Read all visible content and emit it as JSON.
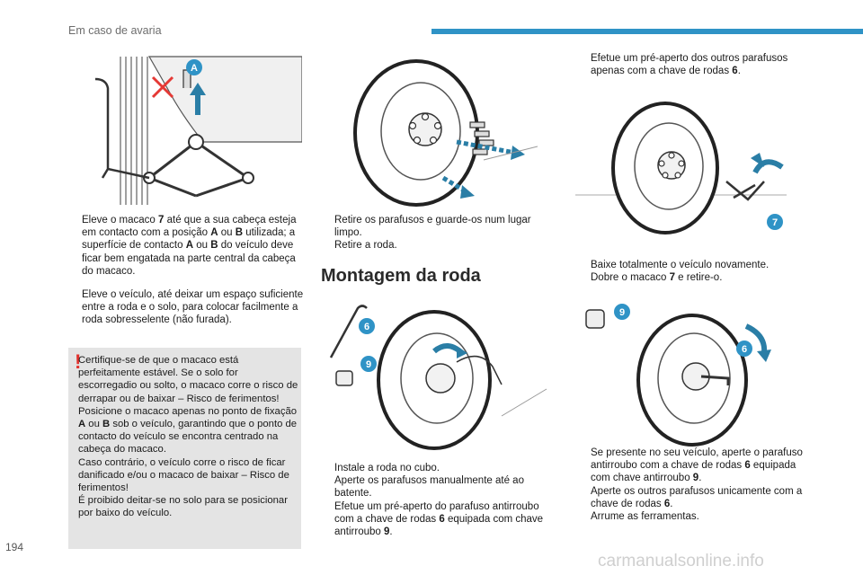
{
  "header": {
    "title": "Em caso de avaria"
  },
  "page_number": "194",
  "watermark": "carmanualsonline.info",
  "section_title": "Montagem da roda",
  "callouts": {
    "a": "A",
    "six": "6",
    "seven": "7",
    "nine": "9"
  },
  "bullet_glyph": "",
  "col1": {
    "item1": {
      "p1": "Eleve o macaco ",
      "b1": "7",
      "p2": " até que a sua cabeça esteja em contacto com a posição ",
      "b2": "A",
      "p3": " ou ",
      "b3": "B",
      "p4": " utilizada; a superfície de contacto ",
      "b4": "A",
      "p5": " ou ",
      "b5": "B",
      "p6": " do veículo deve ficar bem engatada na parte central da cabeça do macaco."
    },
    "item2": "Eleve o veículo, até deixar um espaço suficiente entre a roda e o solo, para colocar facilmente a roda sobresselente (não furada).",
    "warning": {
      "p1": "Certifique-se de que o macaco está perfeitamente estável. Se o solo for escorregadio ou solto, o macaco corre o risco de derrapar ou de baixar – Risco de ferimentos!",
      "p2a": "Posicione o macaco apenas no ponto de fixação ",
      "p2b": "A",
      "p2c": " ou ",
      "p2d": "B",
      "p2e": " sob o veículo, garantindo que o ponto de contacto do veículo se encontra centrado na cabeça do macaco.",
      "p3": "Caso contrário, o veículo corre o risco de ficar danificado e/ou o macaco de baixar – Risco de ferimentos!",
      "p4": "É proibido deitar-se no solo para se posicionar por baixo do veículo."
    }
  },
  "col2": {
    "item1": "Retire os parafusos e guarde-os num lugar limpo.",
    "item2": "Retire a roda.",
    "item3": "Instale a roda no cubo.",
    "item4": "Aperte os parafusos manualmente até ao batente.",
    "item5": {
      "p1": "Efetue um pré-aperto do parafuso antirroubo com a chave de rodas ",
      "b1": "6",
      "p2": " equipada com chave antirroubo ",
      "b2": "9",
      "p3": "."
    }
  },
  "col3": {
    "item1": {
      "p1": "Efetue um pré-aperto dos outros parafusos apenas com a chave de rodas ",
      "b1": "6",
      "p2": "."
    },
    "item2": "Baixe totalmente o veículo novamente.",
    "item3": {
      "p1": "Dobre o macaco ",
      "b1": "7",
      "p2": " e retire-o."
    },
    "item4": {
      "p1": "Se presente no seu veículo, aperte o parafuso antirroubo com a chave de rodas ",
      "b1": "6",
      "p2": " equipada com chave antirroubo ",
      "b2": "9",
      "p3": "."
    },
    "item5": {
      "p1": "Aperte os outros parafusos unicamente com a chave de rodas ",
      "b1": "6",
      "p2": "."
    },
    "item6": "Arrume as ferramentas."
  },
  "colors": {
    "accent_blue": "#2f93c6",
    "warning_red": "#e2312d",
    "warning_bg": "#e4e4e4",
    "arrow_teal": "#2a7ea6",
    "cross_red": "#e53935"
  }
}
